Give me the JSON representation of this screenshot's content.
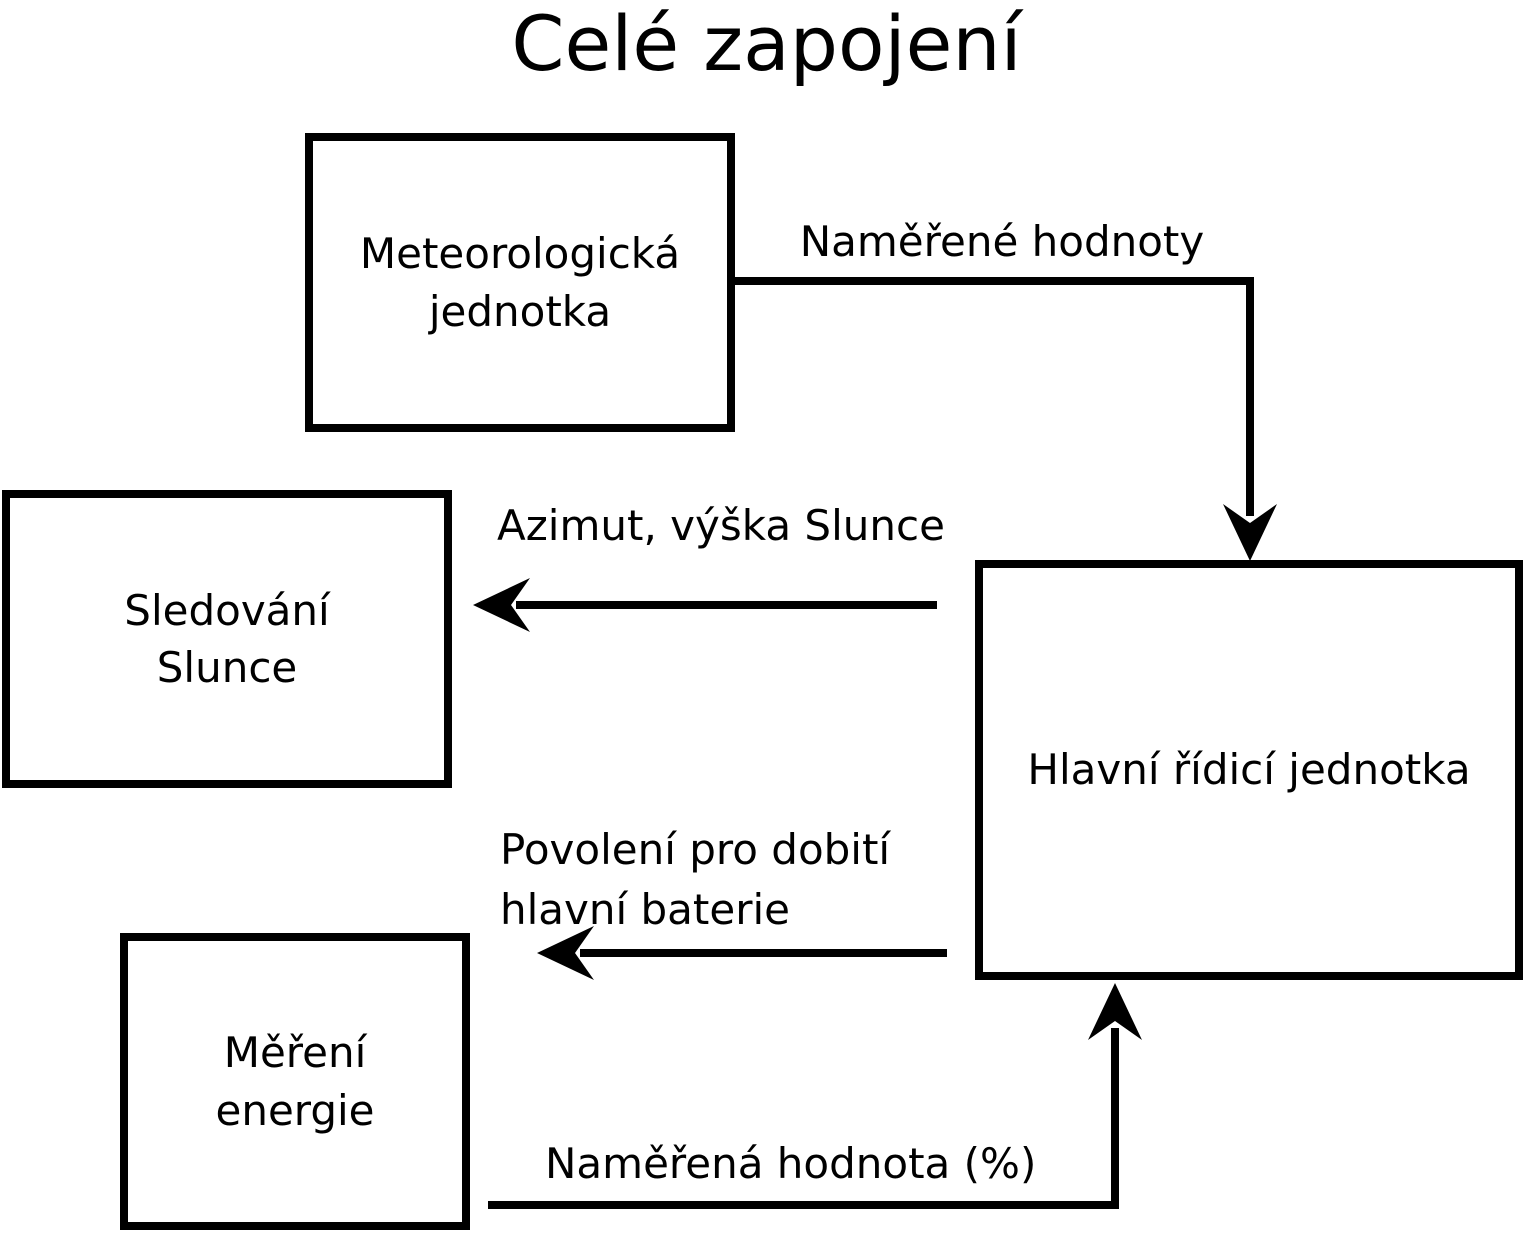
{
  "title": "Celé zapojení",
  "colors": {
    "ink": "#000000",
    "background": "#ffffff"
  },
  "nodes": {
    "meteo": {
      "line1": "Meteorologická",
      "line2": "jednotka"
    },
    "sun_tracking": {
      "line1": "Sledování",
      "line2": "Slunce"
    },
    "energy": {
      "line1": "Měření",
      "line2": "energie"
    },
    "main_control": {
      "label": "Hlavní řídicí jednotka"
    }
  },
  "edges": {
    "meteo_to_main": {
      "label": "Naměřené hodnoty",
      "from": "Meteorologická jednotka",
      "to": "Hlavní řídicí jednotka",
      "direction": "into main unit top"
    },
    "main_to_sun": {
      "label": "Azimut, výška Slunce",
      "from": "Hlavní řídicí jednotka",
      "to": "Sledování Slunce",
      "direction": "left"
    },
    "main_to_energy": {
      "label_line1": "Povolení pro dobití",
      "label_line2": "hlavní baterie",
      "from": "Hlavní řídicí jednotka",
      "to": "Měření energie",
      "direction": "left"
    },
    "energy_to_main": {
      "label": "Naměřená hodnota (%)",
      "from": "Měření energie",
      "to": "Hlavní řídicí jednotka",
      "direction": "into main unit bottom"
    }
  }
}
